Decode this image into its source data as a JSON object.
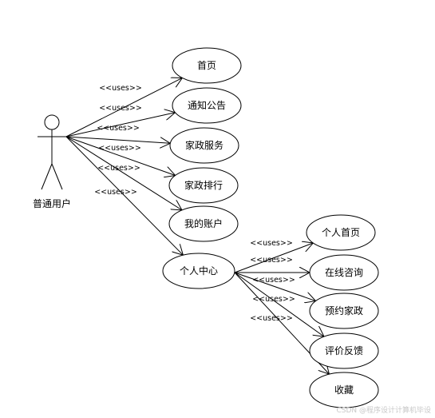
{
  "actor": {
    "label": "普通用户"
  },
  "edge_label": "<<uses>>",
  "use_cases": [
    {
      "id": "home",
      "label": "首页"
    },
    {
      "id": "notice",
      "label": "通知公告"
    },
    {
      "id": "service",
      "label": "家政服务"
    },
    {
      "id": "rank",
      "label": "家政排行"
    },
    {
      "id": "account",
      "label": "我的账户"
    },
    {
      "id": "center",
      "label": "个人中心"
    }
  ],
  "center_children": [
    {
      "id": "personal-home",
      "label": "个人首页"
    },
    {
      "id": "consult",
      "label": "在线咨询"
    },
    {
      "id": "booking",
      "label": "预约家政"
    },
    {
      "id": "feedback",
      "label": "评价反馈"
    },
    {
      "id": "favorites",
      "label": "收藏"
    }
  ],
  "watermark": "CSDN @程序设计计算机毕设"
}
